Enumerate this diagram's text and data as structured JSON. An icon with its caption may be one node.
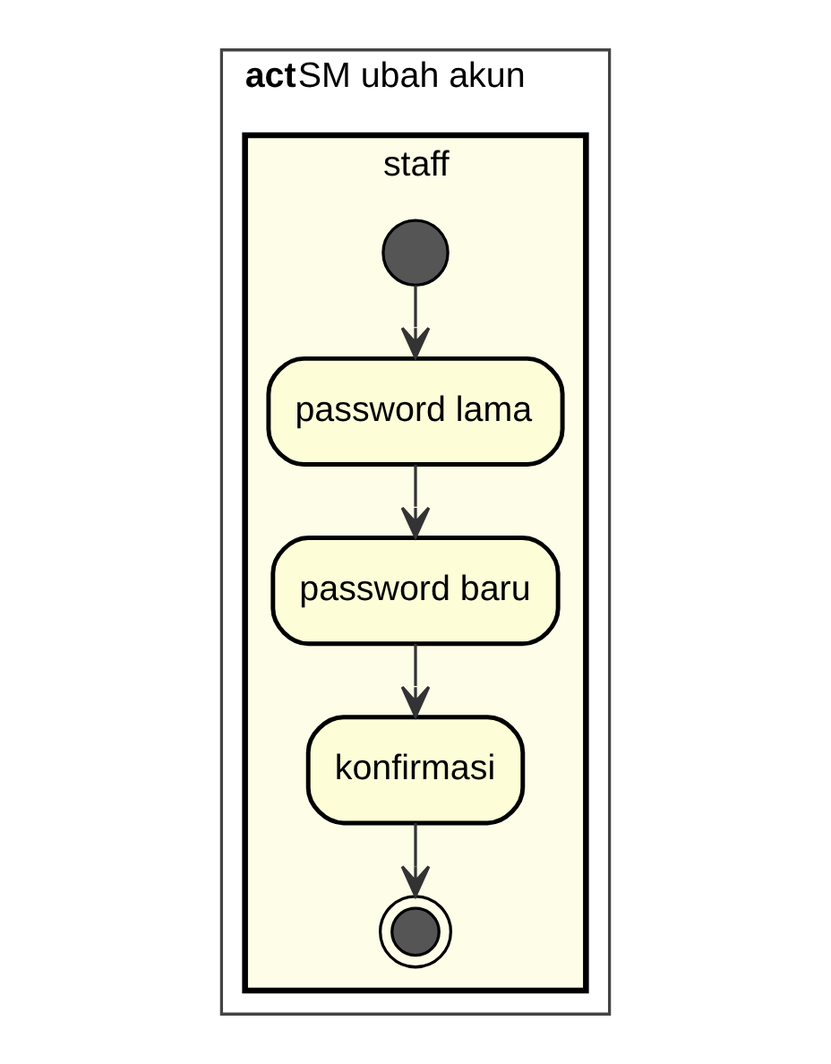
{
  "diagram": {
    "nodes": [
      {
        "text": [
          "**act**SM ubah akun"
        ]
      },
      {
        "text": [
          "staff"
        ],
        "in": 0
      },
      {
        "text": [],
        "shape": "circle",
        "in": 1
      },
      {
        "text": [
          "password lama"
        ],
        "in": 1
      },
      {
        "text": [
          "password baru"
        ],
        "in": 1
      },
      {
        "text": [
          "konfirmasi"
        ],
        "in": 1
      },
      {
        "text": [],
        "shape": "bullseye",
        "in": 1
      }
    ],
    "edges": [
      {
        "from": 2,
        "to": 3,
        "arrow": "to"
      },
      {
        "from": 3,
        "to": 4,
        "arrow": "to"
      },
      {
        "from": 4,
        "to": 5,
        "arrow": "to"
      },
      {
        "from": 5,
        "to": 6,
        "arrow": "to"
      }
    ]
  }
}
